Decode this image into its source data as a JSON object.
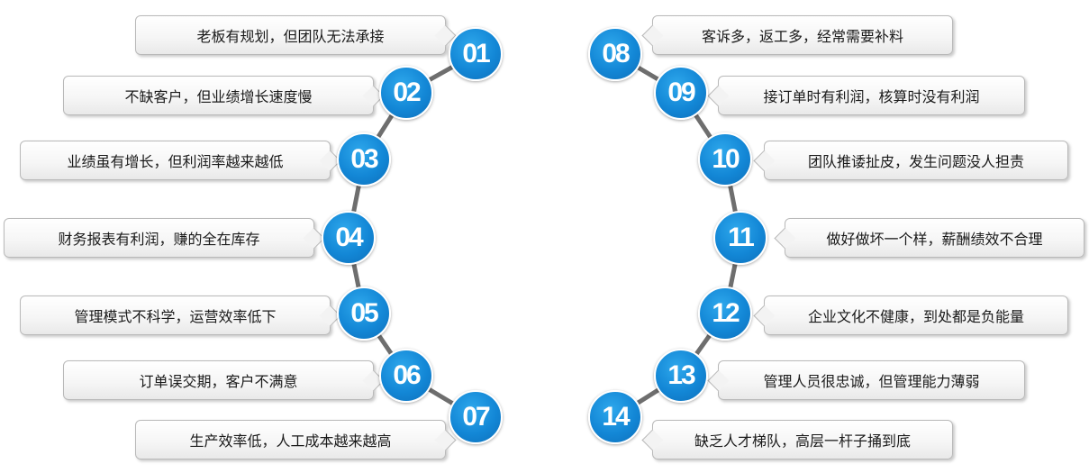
{
  "items": [
    {
      "num": "01",
      "text": "老板有规划，但团队无法承接"
    },
    {
      "num": "02",
      "text": "不缺客户，但业绩增长速度慢"
    },
    {
      "num": "03",
      "text": "业绩虽有增长，但利润率越来越低"
    },
    {
      "num": "04",
      "text": "财务报表有利润，赚的全在库存"
    },
    {
      "num": "05",
      "text": "管理模式不科学，运营效率低下"
    },
    {
      "num": "06",
      "text": "订单误交期，客户不满意"
    },
    {
      "num": "07",
      "text": "生产效率低，人工成本越来越高"
    },
    {
      "num": "08",
      "text": "客诉多，返工多，经常需要补料"
    },
    {
      "num": "09",
      "text": "接订单时有利润，核算时没有利润"
    },
    {
      "num": "10",
      "text": "团队推诿扯皮，发生问题没人担责"
    },
    {
      "num": "11",
      "text": "做好做坏一个样，薪酬绩效不合理"
    },
    {
      "num": "12",
      "text": "企业文化不健康，到处都是负能量"
    },
    {
      "num": "13",
      "text": "管理人员很忠诚，但管理能力薄弱"
    },
    {
      "num": "14",
      "text": "缺乏人才梯队，高层一杆子捅到底"
    }
  ],
  "colors": {
    "circle": "#1387d6",
    "arc": "#6e6e6e"
  }
}
